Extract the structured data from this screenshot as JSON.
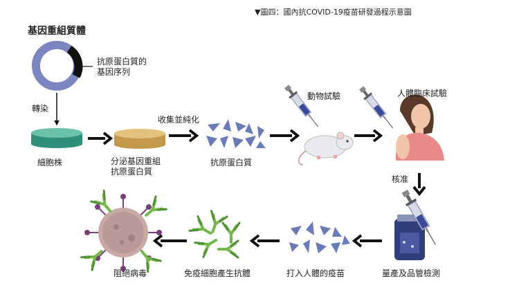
{
  "caption": "▼圖四：國內抗COVID-19疫苗研發過程示意圖",
  "labels": {
    "plasmid_title": "基因重組質體",
    "gene_sequence": "抗原蛋白質的\n基因序列",
    "transfection": "轉染",
    "cell_line": "細胞株",
    "collect_purify": "收集並純化",
    "secreted_protein": "分泌基因重組\n抗原蛋白質",
    "antigen_protein": "抗原蛋白質",
    "animal_test": "動物試驗",
    "human_trial": "人體臨床試驗",
    "approval": "核准",
    "production_qc": "量產及品管檢測",
    "inject_vaccine": "打入人體的疫苗",
    "immune_antibody": "免疫細胞產生抗體",
    "block_virus": "阻絕病毒"
  },
  "colors": {
    "plasmid_ring": "#7b86c0",
    "gene_segment": "#111111",
    "cell_dish": "#3fa88f",
    "culture_dish": "#d8b46a",
    "protein": "#6a7bb8",
    "antibody": "#74b84a",
    "virus": "#b89a9a",
    "spike": "#7a3f7a",
    "arrow": "#111111",
    "skin": "#f1c6a8",
    "shirt": "#e88a8a",
    "hair": "#5a3b2a",
    "syringe_plunger": "#3a4a9a"
  }
}
